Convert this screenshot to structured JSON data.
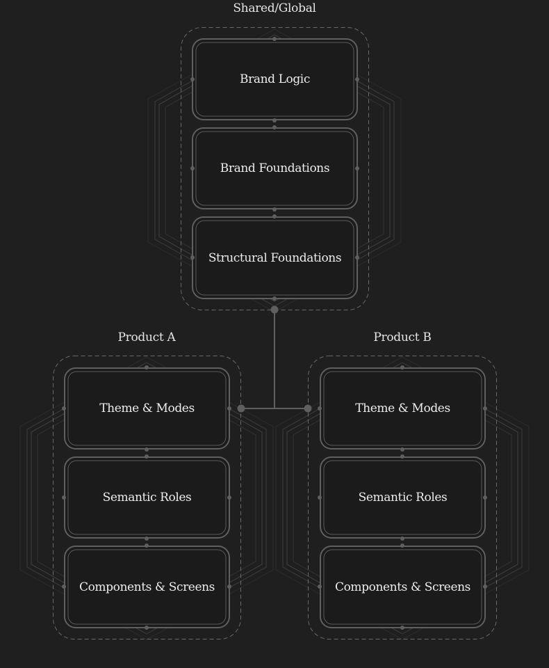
{
  "colors": {
    "background": "#1f1f1f",
    "box_fill": "#1b1b1b",
    "line": "#5f5f5f",
    "dashed": "#6a6a6a",
    "hexagon": "#3a3a3a",
    "text": "#ededed"
  },
  "groups": {
    "shared": {
      "label": "Shared/Global",
      "layers": [
        "Brand Logic",
        "Brand Foundations",
        "Structural Foundations"
      ]
    },
    "product_a": {
      "label": "Product A",
      "layers": [
        "Theme & Modes",
        "Semantic Roles",
        "Components & Screens"
      ]
    },
    "product_b": {
      "label": "Product B",
      "layers": [
        "Theme & Modes",
        "Semantic Roles",
        "Components & Screens"
      ]
    }
  },
  "connectors": [
    {
      "from": "Shared/Global",
      "to": "Product A"
    },
    {
      "from": "Shared/Global",
      "to": "Product B"
    }
  ]
}
